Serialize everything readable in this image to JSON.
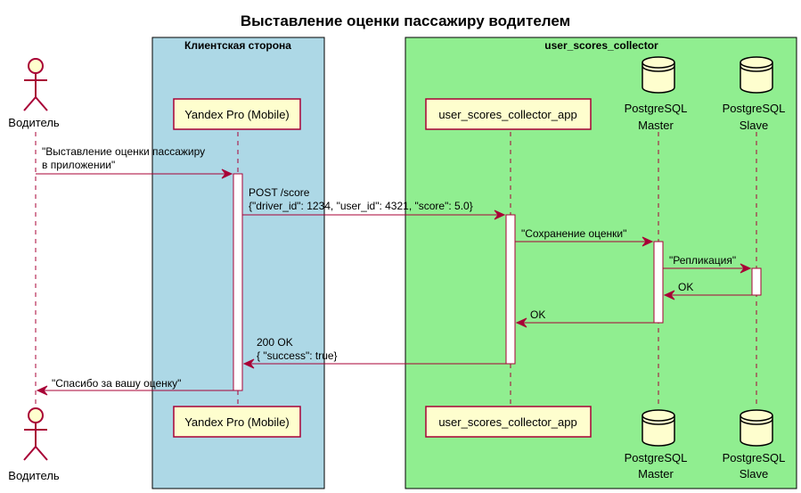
{
  "title": "Выставление оценки пассажиру водителем",
  "boxes": {
    "client": {
      "title": "Клиентская сторона",
      "color": "#ADD8E6"
    },
    "collector": {
      "title": "user_scores_collector",
      "color": "#90EE90"
    }
  },
  "participants": {
    "driver": {
      "label": "Водитель",
      "type": "actor"
    },
    "mobile": {
      "label": "Yandex Pro (Mobile)",
      "type": "participant"
    },
    "app": {
      "label": "user_scores_collector_app",
      "type": "participant"
    },
    "master": {
      "label_line1": "PostgreSQL",
      "label_line2": "Master",
      "type": "database"
    },
    "slave": {
      "label_line1": "PostgreSQL",
      "label_line2": "Slave",
      "type": "database"
    }
  },
  "messages": {
    "m1": {
      "line1": "\"Выставление оценки пассажиру",
      "line2": "в приложении\""
    },
    "m2": {
      "line1": "POST /score",
      "line2": " {\"driver_id\": 1234, \"user_id\": 4321, \"score\": 5.0}"
    },
    "m3": {
      "line1": "\"Сохранение оценки\""
    },
    "m4": {
      "line1": "\"Репликация\""
    },
    "m5": {
      "line1": "OK"
    },
    "m6": {
      "line1": "OK"
    },
    "m7": {
      "line1": "200 OK",
      "line2": " { \"success\": true}"
    },
    "m8": {
      "line1": "\"Спасибо за вашу оценку\""
    }
  },
  "colors": {
    "arrow": "#A80036",
    "participant_fill": "#FEFECE"
  }
}
